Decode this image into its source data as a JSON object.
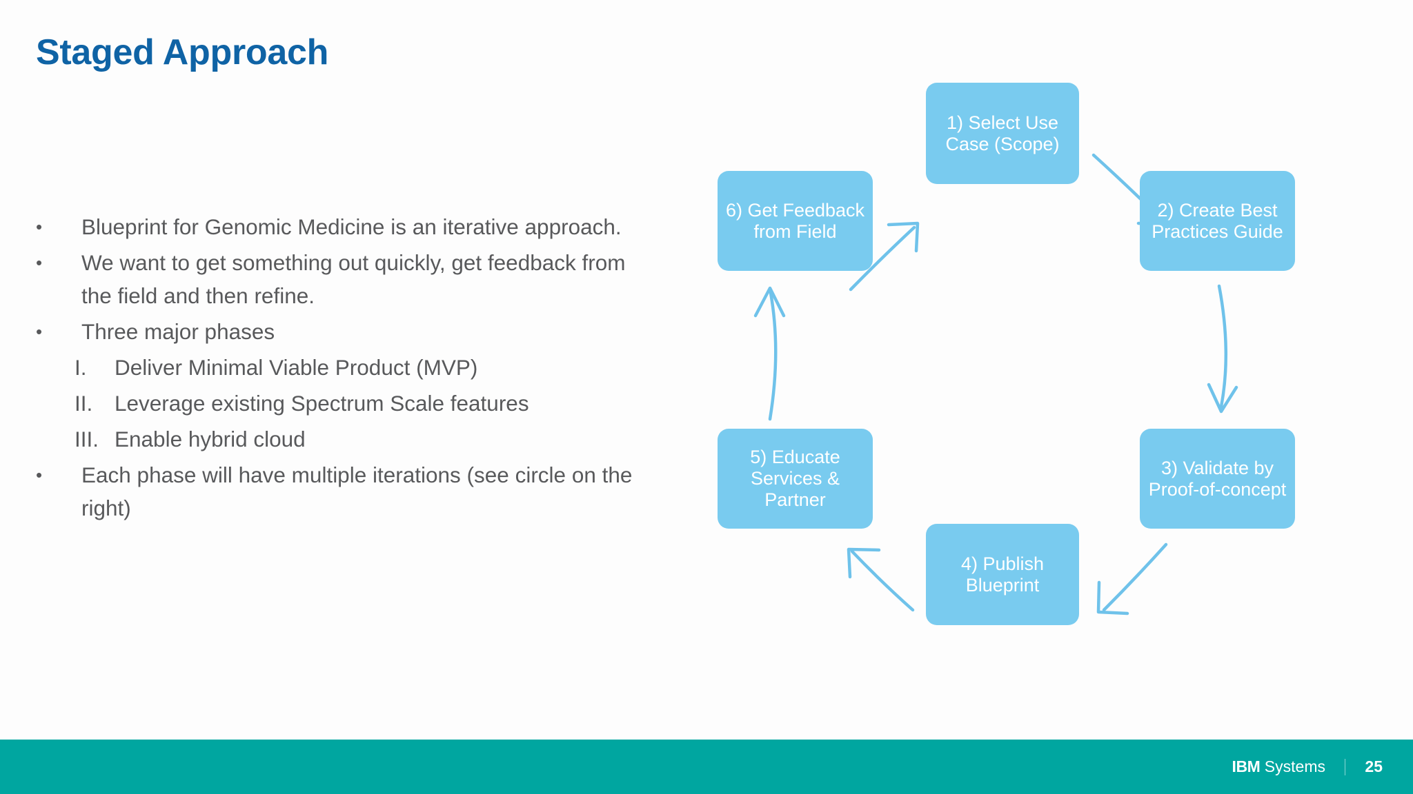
{
  "slide": {
    "title": "Staged Approach",
    "title_color": "#0F63A5",
    "background": "#FDFDFD"
  },
  "bullets": [
    {
      "marker": "•",
      "level": 1,
      "text": "Blueprint for Genomic Medicine is an iterative approach."
    },
    {
      "marker": "•",
      "level": 1,
      "text": "We want to get something out quickly, get feedback from the field and then refine."
    },
    {
      "marker": "•",
      "level": 1,
      "text": "Three major phases"
    },
    {
      "marker": "I.",
      "level": 2,
      "text": "Deliver Minimal Viable Product (MVP)"
    },
    {
      "marker": "II.",
      "level": 2,
      "text": "Leverage existing Spectrum Scale features"
    },
    {
      "marker": "III.",
      "level": 2,
      "text": "Enable hybrid cloud"
    },
    {
      "marker": "•",
      "level": 1,
      "text": "Each phase will have multiple iterations (see circle on the right)"
    }
  ],
  "diagram": {
    "type": "cycle",
    "node_fill": "#79CBEF",
    "arrow_color": "#6FC2EA",
    "node_text_color": "#FFFFFF",
    "nodes": [
      {
        "id": 1,
        "label": "1) Select Use Case (Scope)"
      },
      {
        "id": 2,
        "label": "2) Create Best Practices Guide"
      },
      {
        "id": 3,
        "label": "3) Validate by Proof-of-concept"
      },
      {
        "id": 4,
        "label": "4) Publish Blueprint"
      },
      {
        "id": 5,
        "label": "5) Educate Services & Partner"
      },
      {
        "id": 6,
        "label": "6) Get Feedback from Field"
      }
    ],
    "edges": [
      {
        "from": 1,
        "to": 2
      },
      {
        "from": 2,
        "to": 3
      },
      {
        "from": 3,
        "to": 4
      },
      {
        "from": 4,
        "to": 5
      },
      {
        "from": 5,
        "to": 6
      },
      {
        "from": 6,
        "to": 1
      }
    ]
  },
  "footer": {
    "background": "#00A6A0",
    "brand_bold": "IBM",
    "brand_regular": "Systems",
    "page_number": "25"
  }
}
